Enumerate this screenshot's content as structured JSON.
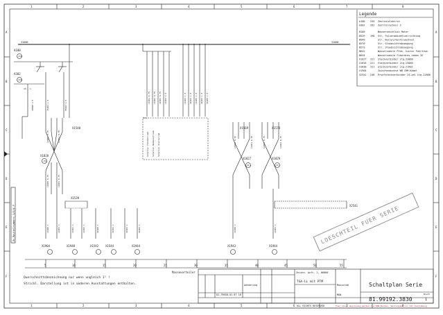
{
  "legend": {
    "heading": "Legende",
    "entries": [
      {
        "code": "A100",
        "loc": "255",
        "text": "Zentralelektrik"
      },
      {
        "code": "A302",
        "loc": "392",
        "text": "Zentralrechner 2"
      },
      {
        "code": "",
        "loc": "",
        "text": ""
      },
      {
        "code": "B100",
        "loc": "",
        "text": "Wasseranschluss Motor"
      },
      {
        "code": "B539",
        "loc": "198",
        "text": "Str. Pulverabkuehlvorrichtung"
      },
      {
        "code": "B549",
        "loc": "",
        "text": "Str. Wurzel/Ventilwechsel"
      },
      {
        "code": "B570",
        "loc": "",
        "text": "Str. Staubsichtabsaugung"
      },
      {
        "code": "B573",
        "loc": "",
        "text": "Str. Staubsichtabsaugung"
      },
      {
        "code": "B642",
        "loc": "",
        "text": "Wassersaeule Pfee. hinter Fahrtrum"
      },
      {
        "code": "B644",
        "loc": "",
        "text": "Wassersaeule Fiberdres neben 2E"
      },
      {
        "code": "X1827",
        "loc": "221",
        "text": "Steckverbinder Ltg.23000"
      },
      {
        "code": "X1828",
        "loc": "221",
        "text": "Steckverbinder Ltg.23000"
      },
      {
        "code": "X1830",
        "loc": "221",
        "text": "Steckverbinder Ltg.21902"
      },
      {
        "code": "X1904",
        "loc": "",
        "text": "Zwischenbuchse WB CRM-Kabel"
      },
      {
        "code": "X2541",
        "loc": "248",
        "text": "Pruefsteckverbinder 24-pol Ltg.21860"
      }
    ]
  },
  "zone_numbers_top": [
    "1",
    "2",
    "3",
    "4",
    "5",
    "6",
    "7",
    "8"
  ],
  "zone_numbers_bottom": [
    "1",
    "2",
    "3",
    "4",
    "5",
    "6",
    "7",
    "8"
  ],
  "row_letters": [
    "A",
    "B",
    "C",
    "D",
    "E",
    "F"
  ],
  "bus_labels": {
    "left": "31000",
    "right": "31000"
  },
  "top_components": [
    {
      "id": "A100",
      "ref": "(22)"
    },
    {
      "id": "A302",
      "ref": "(22)"
    }
  ],
  "vertical_wire_labels": [
    "19090 2.5",
    "71002 1.5",
    "55002 1.5",
    "11001 0.75",
    "11002 0.75",
    "31002 0.75",
    "11003 1.5",
    "11004 1.5",
    "31003 1.5",
    "11005 1.5",
    "31004 1.5",
    "31005 1.5"
  ],
  "central_block_lines": [
    "Schalter Fahrbetrieb",
    "Schalter Nebenantrieb",
    "Schalter Stellerrad"
  ],
  "connectors": [
    {
      "id": "X1540",
      "ref": ""
    },
    {
      "id": "X1828",
      "ref": "(0)"
    },
    {
      "id": "X1569",
      "ref": ""
    },
    {
      "id": "X1570",
      "ref": ""
    },
    {
      "id": "X1827",
      "ref": "(0)"
    },
    {
      "id": "X1829",
      "ref": "(0)"
    },
    {
      "id": "X1539",
      "ref": ""
    },
    {
      "id": "X2541",
      "ref": ""
    }
  ],
  "bottom_connectors": [
    {
      "id": "X1904",
      "ref": "(0)"
    },
    {
      "id": "X1948",
      "ref": "(0)"
    },
    {
      "id": "X1542",
      "ref": "(0)"
    },
    {
      "id": "X1544",
      "ref": "(0)"
    },
    {
      "id": "X1944",
      "ref": "(0)"
    },
    {
      "id": "X1943",
      "ref": "(0)"
    },
    {
      "id": "X1944",
      "ref": "(0)"
    }
  ],
  "left_vertical_note": "Zu Bauteilnummern 1/2/4-P",
  "ruler": {
    "ticks": [
      "5",
      "10",
      "15",
      "20",
      "25",
      "30",
      "35",
      "40",
      "45",
      "50",
      "55"
    ],
    "caption": "Masseverteiler"
  },
  "watermark": "LOESCHTEIL FUER SERIE",
  "notes": [
    "Querschnittsbezeichnung nur wenn ungleich 1² !",
    "Strichl. Darstellung ist in anderen Ausstattungen enthalten."
  ],
  "title_block": {
    "doc_number_small": "81.79658.01 07 10",
    "change_label": "Aenderung",
    "desc_line1": "Zeichn. Auft. 2, 06860",
    "desc_line2": "TGA-LL mit PTM",
    "title": "Schaltplan Serie",
    "drawing_number": "81.99192.3830",
    "company": "MAN",
    "footer_left": "ALL RIGHTS RESERVED",
    "footer_text": "Fuer diese Zeichnung gelten die MAN Normen. Weitergabe nur mit Zustimmung.",
    "scale_label": "Massstab",
    "sheet_label": "Blatt",
    "sheet_value": "1"
  },
  "colors": {
    "line": "#222222",
    "accent_red": "#c62828",
    "watermark": "#888888"
  }
}
